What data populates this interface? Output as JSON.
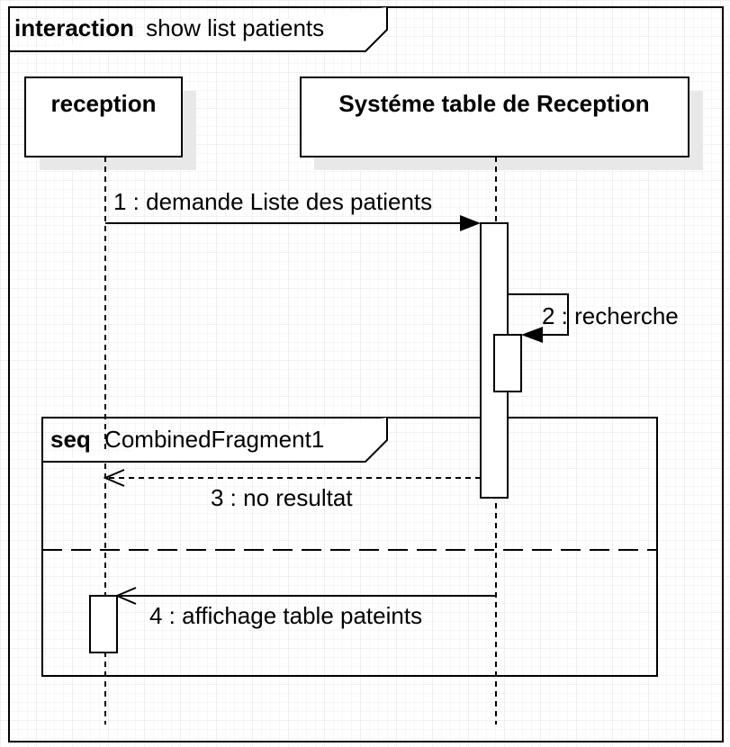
{
  "frame": {
    "keyword": "interaction",
    "name": "show list patients"
  },
  "lifelines": [
    {
      "id": "reception",
      "label": "reception"
    },
    {
      "id": "systeme",
      "label": "Systéme table de Reception"
    }
  ],
  "fragment": {
    "operator": "seq",
    "name": "CombinedFragment1"
  },
  "messages": [
    {
      "number": "1",
      "label": "1 : demande Liste des patients",
      "kind": "sync"
    },
    {
      "number": "2",
      "label": "2 : recherche",
      "kind": "self"
    },
    {
      "number": "3",
      "label": "3 : no resultat",
      "kind": "reply"
    },
    {
      "number": "4",
      "label": "4 : affichage table pateints",
      "kind": "async"
    }
  ],
  "colors": {
    "grid": "#e6e6e6",
    "line": "#000000",
    "shadow": "#e8e8e8",
    "box_fill": "#ffffff"
  }
}
